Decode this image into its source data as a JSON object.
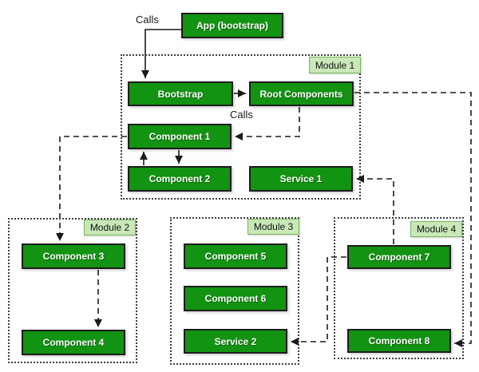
{
  "diagram": {
    "nodes": {
      "app": "App (bootstrap)",
      "bootstrap": "Bootstrap",
      "root_components": "Root Components",
      "component1": "Component 1",
      "component2": "Component 2",
      "service1": "Service 1",
      "component3": "Component 3",
      "component4": "Component 4",
      "component5": "Component 5",
      "component6": "Component 6",
      "service2": "Service 2",
      "component7": "Component 7",
      "component8": "Component 8"
    },
    "modules": [
      {
        "label": "Module 1",
        "nodes": [
          "Bootstrap",
          "Root Components",
          "Component 1",
          "Component 2",
          "Service 1"
        ]
      },
      {
        "label": "Module 2",
        "nodes": [
          "Component 3",
          "Component 4"
        ]
      },
      {
        "label": "Module 3",
        "nodes": [
          "Component 5",
          "Component 6",
          "Service 2"
        ]
      },
      {
        "label": "Module 4",
        "nodes": [
          "Component 7",
          "Component 8"
        ]
      }
    ],
    "edge_labels": {
      "app_call": "Calls",
      "bootstrap_call": "Calls"
    },
    "edges": [
      {
        "from": "App (bootstrap)",
        "to": "Bootstrap",
        "style": "solid",
        "label": "Calls"
      },
      {
        "from": "Bootstrap",
        "to": "Root Components",
        "style": "solid",
        "label": "Calls"
      },
      {
        "from": "Root Components",
        "to": "Component 1",
        "style": "dashed"
      },
      {
        "from": "Component 2",
        "to": "Component 1",
        "style": "dashed"
      },
      {
        "from": "Component 1",
        "to": "Component 2",
        "style": "dashed"
      },
      {
        "from": "Component 1",
        "to": "Component 3",
        "style": "dashed"
      },
      {
        "from": "Component 3",
        "to": "Component 4",
        "style": "dashed"
      },
      {
        "from": "Component 7",
        "to": "Service 1",
        "style": "dashed"
      },
      {
        "from": "Component 7",
        "to": "Service 2",
        "style": "dashed"
      },
      {
        "from": "Root Components",
        "to": "Component 8",
        "style": "dashed"
      }
    ],
    "colors": {
      "node_fill": "#129312",
      "node_border": "#1c1c1c",
      "node_text": "#ffffff",
      "module_border": "#3d3d3d",
      "module_label_fill": "#c9e8b8",
      "module_label_border": "#7ab55c",
      "connector": "#1a1a1a",
      "background": "#ffffff"
    }
  }
}
